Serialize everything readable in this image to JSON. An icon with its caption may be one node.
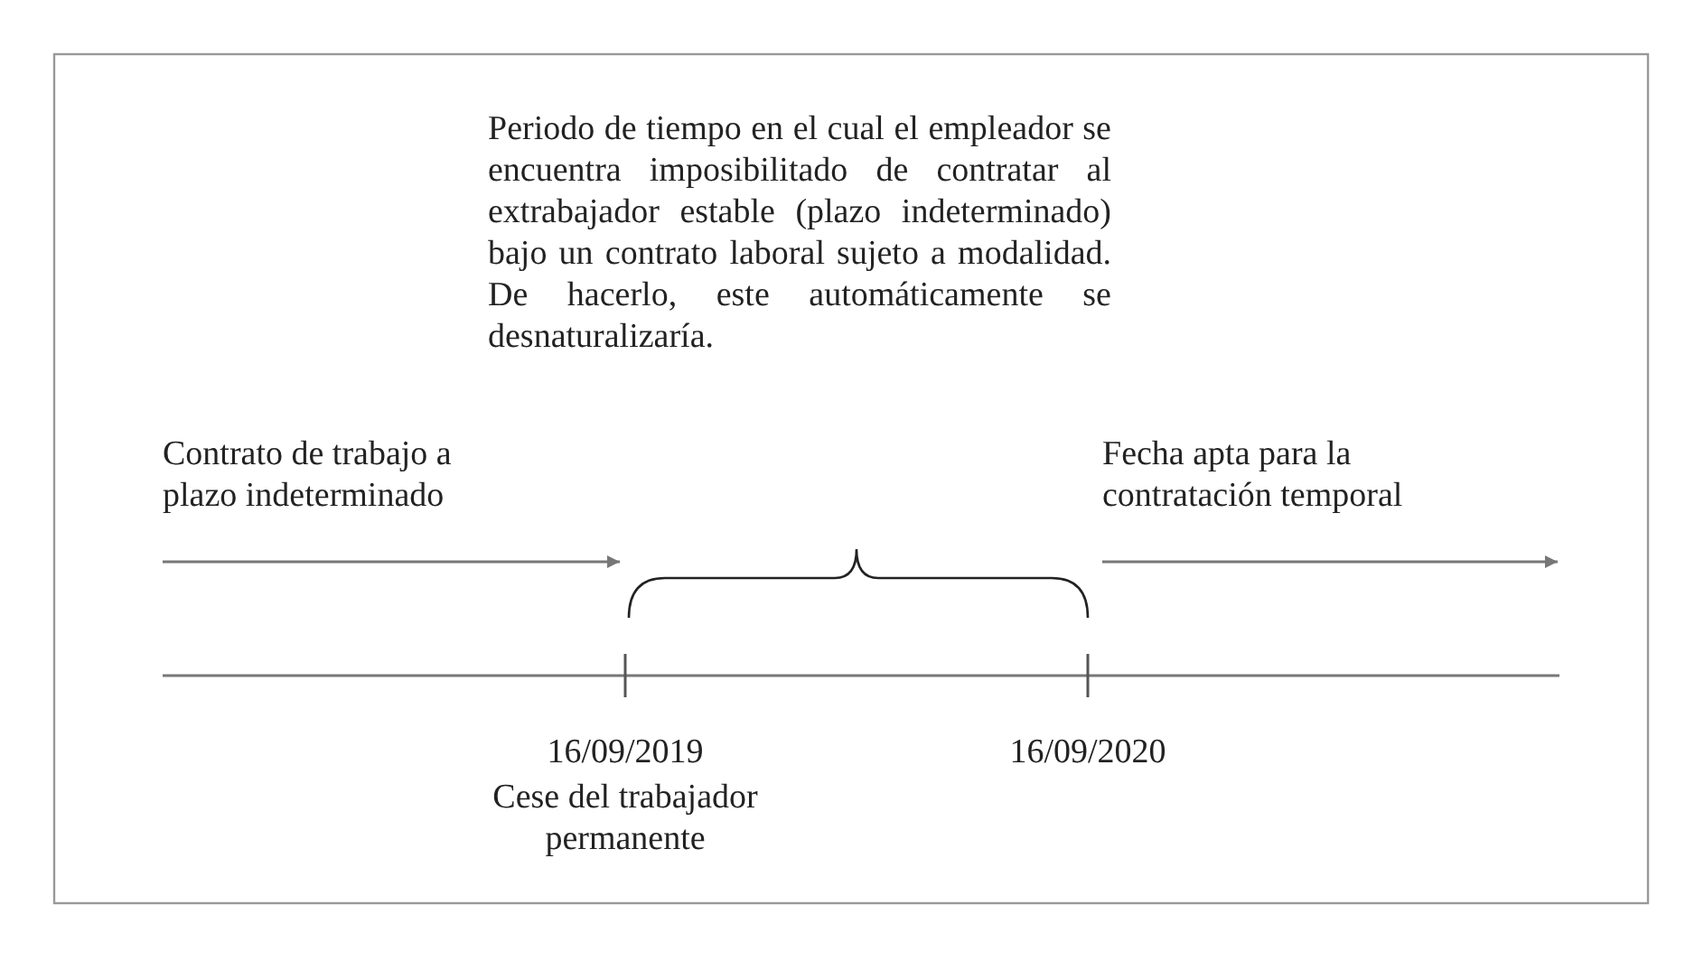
{
  "diagram": {
    "labels": [
      "Periodo de tiempo en el cual el empleador se encuentra imposibilitado de contratar al extrabajador estable (plazo indeterminado) bajo un contrato laboral sujeto a modalidad. De hacerlo, este automáticamente se desnaturalizaría.",
      "Contrato de trabajo a plazo indeterminado",
      "Fecha apta para la contratación temporal",
      "16/09/2019",
      "16/09/2020",
      "Cese del trabajador permanente"
    ]
  }
}
